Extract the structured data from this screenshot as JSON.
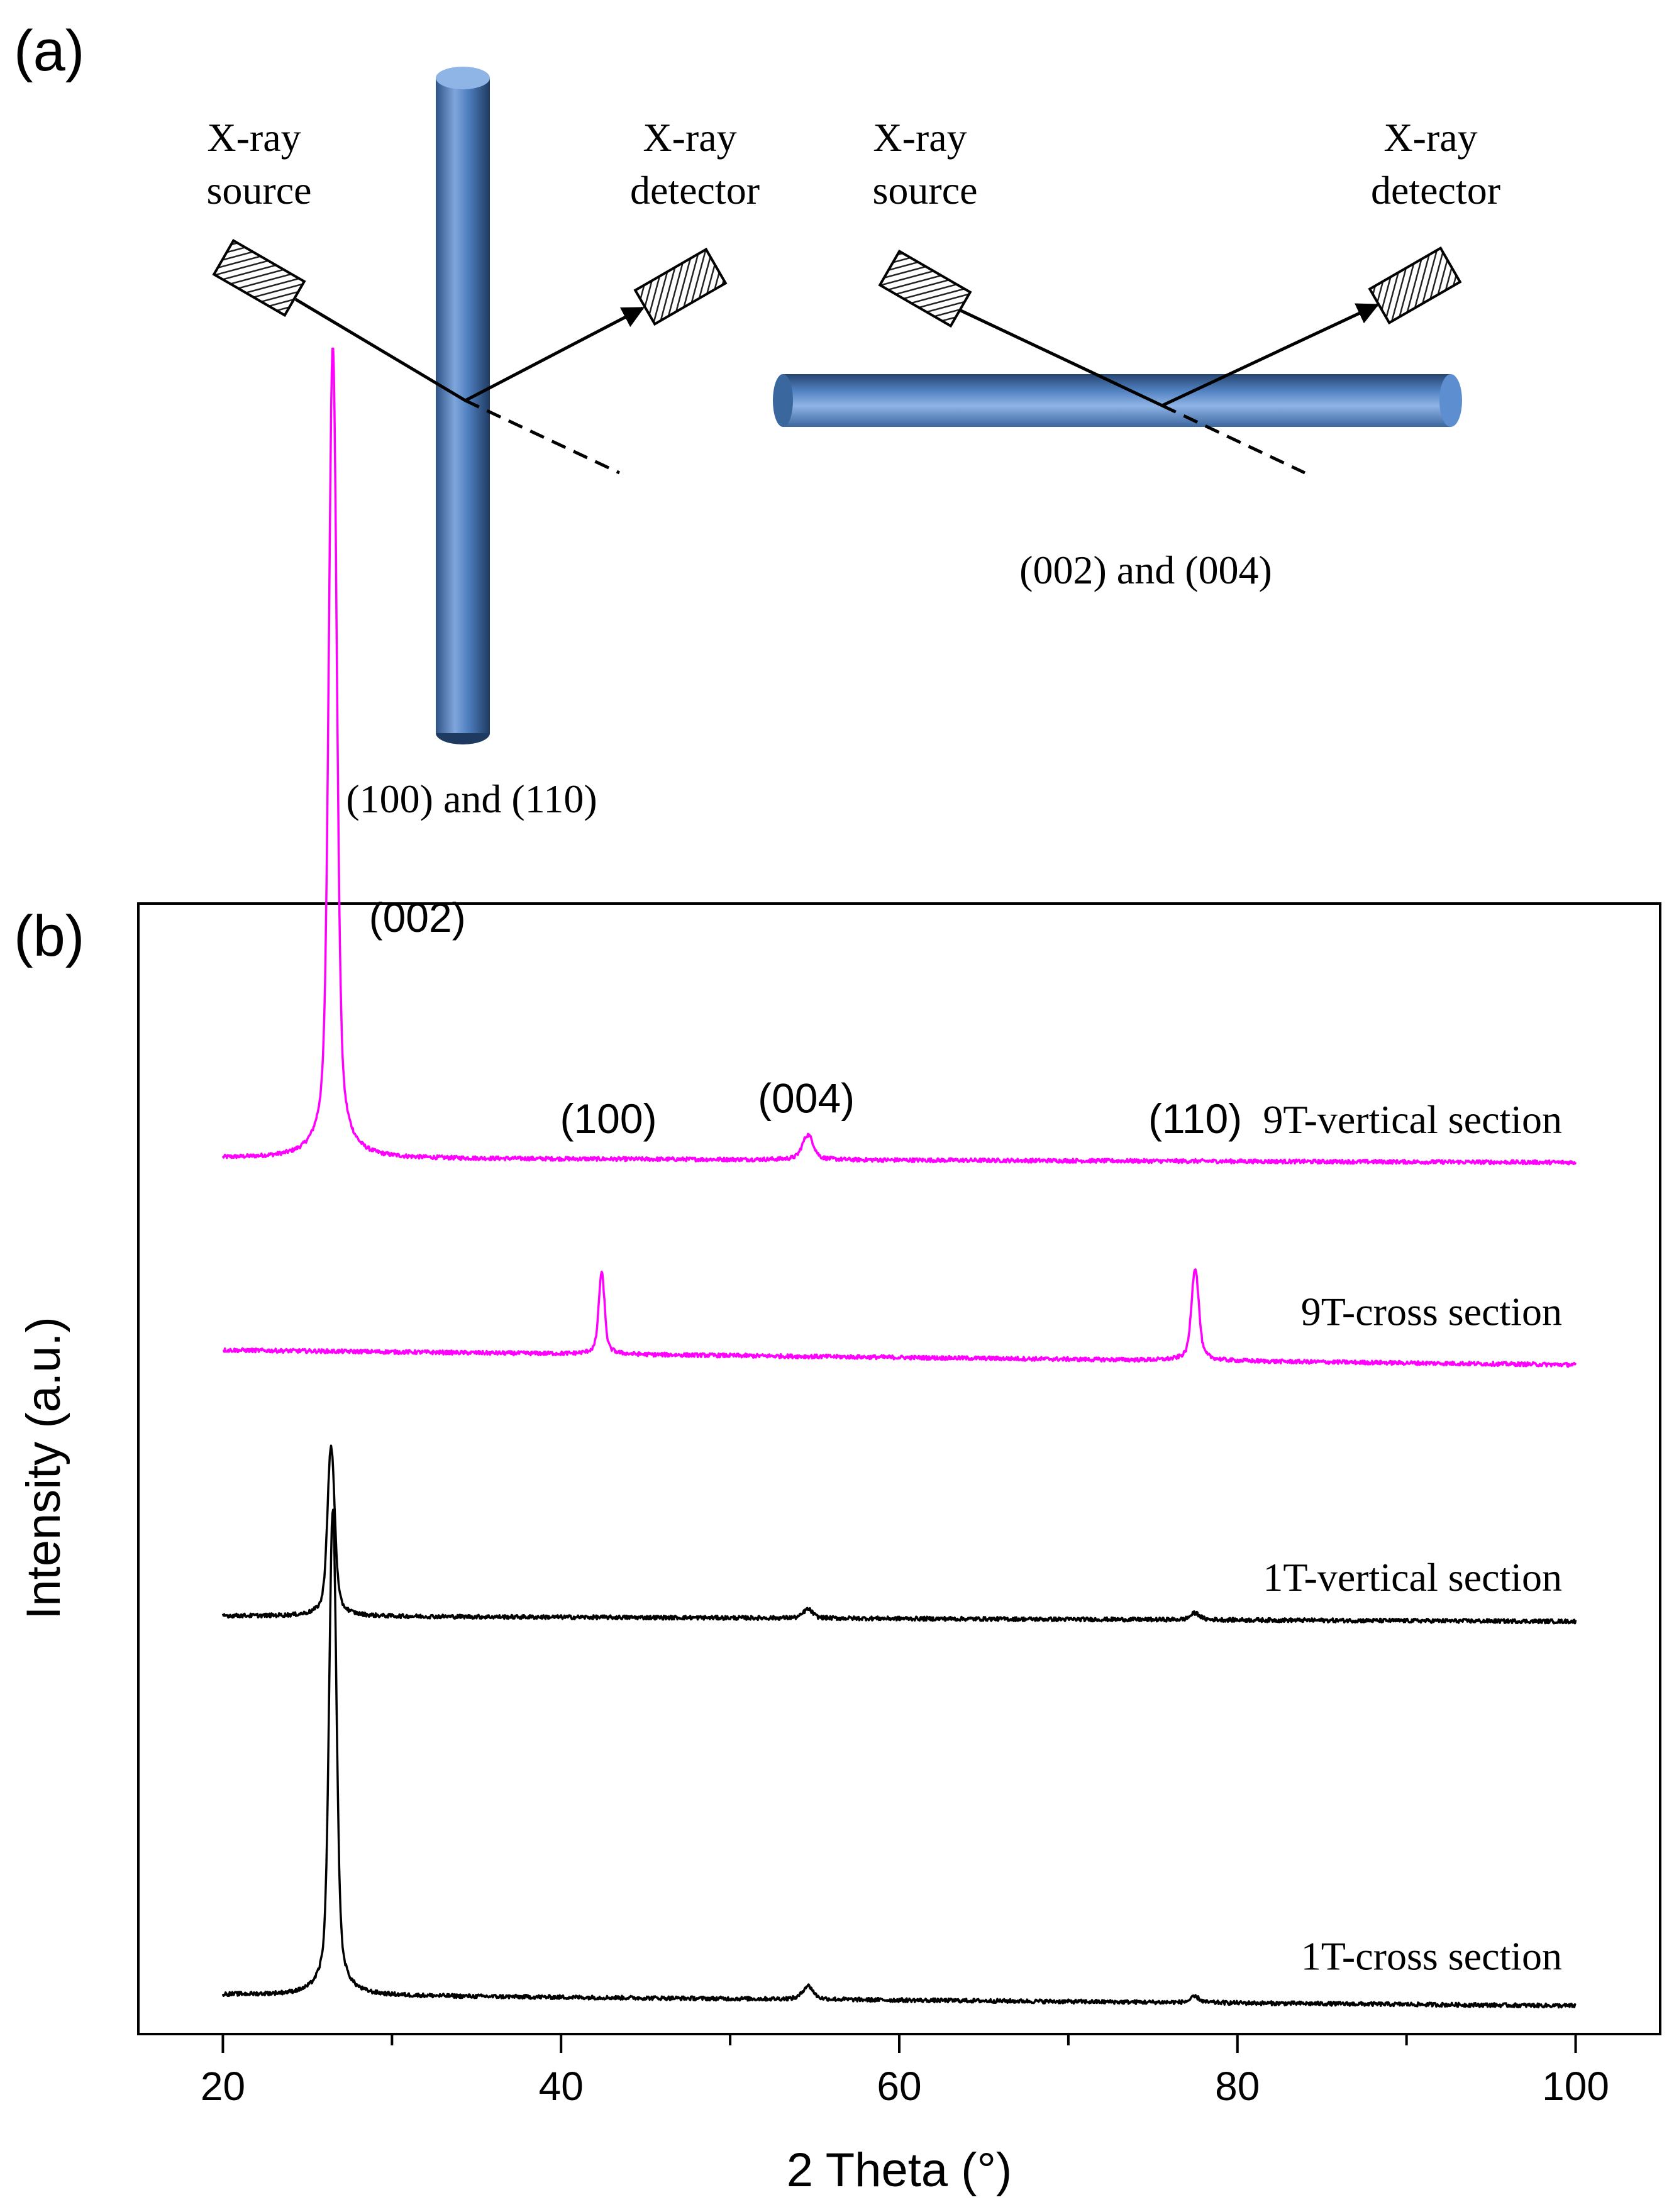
{
  "panel_a": {
    "label": "(a)",
    "left": {
      "source_label": [
        "X-ray",
        "source"
      ],
      "detector_label": [
        "X-ray",
        "detector"
      ],
      "planes_label": "(100) and (110)"
    },
    "right": {
      "source_label": [
        "X-ray",
        "source"
      ],
      "detector_label": [
        "X-ray",
        "detector"
      ],
      "planes_label": "(002) and (004)"
    },
    "colors": {
      "rod": "#4f7fbf",
      "rod_dark": "#26456f",
      "rod_light": "#8fb4e6"
    }
  },
  "panel_b": {
    "label": "(b)",
    "peak_labels": [
      {
        "text": "(002)",
        "x": 31.5,
        "row": 0
      },
      {
        "text": "(100)",
        "x": 42.8,
        "row": 1
      },
      {
        "text": "(004)",
        "x": 54.5,
        "row": 2
      },
      {
        "text": "(110)",
        "x": 77.5,
        "row": 1
      }
    ]
  },
  "chart_data": {
    "type": "line",
    "xlabel": "2 Theta (°)",
    "ylabel": "Intensity (a.u.)",
    "xlim": [
      15,
      105
    ],
    "xticks": [
      20,
      40,
      60,
      80,
      100
    ],
    "minor_xticks": [
      30,
      50,
      70,
      90
    ],
    "yticks": false,
    "grid": false,
    "series": [
      {
        "name": "9T-vertical section",
        "color": "#ff00ff",
        "offset": 0.775,
        "baseline_drift": -0.004,
        "peaks": [
          {
            "center": 26.5,
            "height": 0.72,
            "width": 0.22
          },
          {
            "center": 54.6,
            "height": 0.022,
            "width": 0.3
          }
        ]
      },
      {
        "name": "9T-cross section",
        "color": "#ff00ff",
        "offset": 0.605,
        "baseline_drift": -0.013,
        "peaks": [
          {
            "center": 42.4,
            "height": 0.072,
            "width": 0.16
          },
          {
            "center": 77.5,
            "height": 0.082,
            "width": 0.2
          }
        ]
      },
      {
        "name": "1T-vertical section",
        "color": "#000000",
        "offset": 0.37,
        "baseline_drift": -0.005,
        "peaks": [
          {
            "center": 26.4,
            "height": 0.15,
            "width": 0.2
          },
          {
            "center": 54.6,
            "height": 0.008,
            "width": 0.25
          },
          {
            "center": 77.5,
            "height": 0.006,
            "width": 0.25
          }
        ]
      },
      {
        "name": "1T-cross section",
        "color": "#000000",
        "offset": 0.035,
        "baseline_drift": -0.01,
        "peaks": [
          {
            "center": 26.5,
            "height": 0.43,
            "width": 0.2
          },
          {
            "center": 54.6,
            "height": 0.012,
            "width": 0.28
          },
          {
            "center": 77.5,
            "height": 0.005,
            "width": 0.25
          }
        ]
      }
    ]
  }
}
